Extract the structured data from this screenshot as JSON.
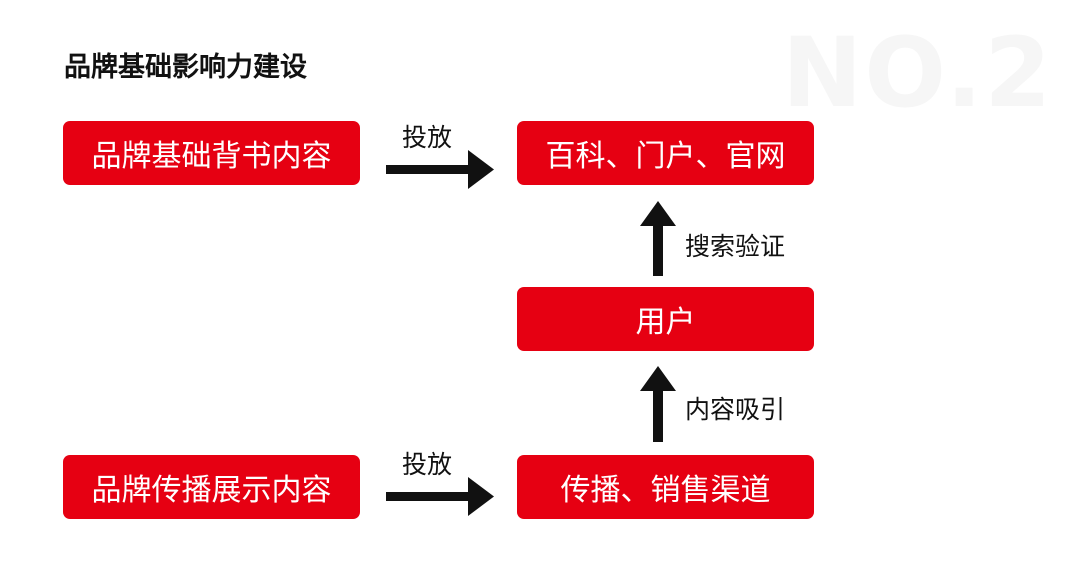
{
  "title": "品牌基础影响力建设",
  "watermark": "NO.2",
  "colors": {
    "box_fill": "#e60012",
    "box_text": "#ffffff",
    "arrow": "#111111",
    "title": "#111111"
  },
  "nodes": {
    "brand_endorsement": "品牌基础背书内容",
    "encyclopedia_portals": "百科、门户、官网",
    "user": "用户",
    "brand_showcase": "品牌传播展示内容",
    "distribution_channels": "传播、销售渠道"
  },
  "edges": {
    "deploy_top": "投放",
    "search_verify": "搜索验证",
    "content_attract": "内容吸引",
    "deploy_bottom": "投放"
  }
}
